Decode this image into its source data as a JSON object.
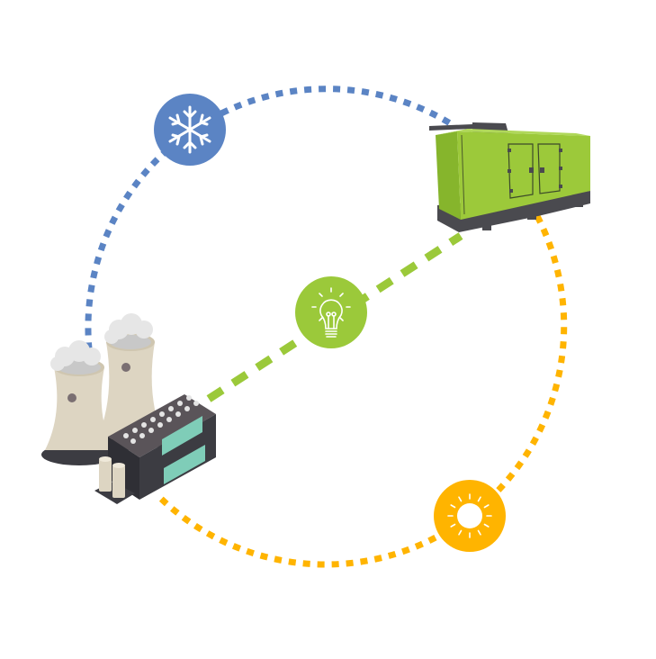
{
  "diagram": {
    "title": "",
    "colors": {
      "background": "#ffffff",
      "cooling": "#5b84c4",
      "lighting": "#9bc93a",
      "heating": "#ffb400",
      "generator_body": "#9cc93a",
      "generator_dark": "#4a4a4f",
      "plant_dark": "#3c3c42",
      "plant_glass": "#7fcdb8",
      "tower": "#ddd5c2",
      "smoke": "#e6e6e6"
    },
    "nodes": [
      {
        "id": "power-plant",
        "kind": "illustration",
        "label": ""
      },
      {
        "id": "generator",
        "kind": "illustration",
        "label": ""
      },
      {
        "id": "cooling",
        "kind": "icon-badge",
        "icon": "snowflake-icon",
        "label": ""
      },
      {
        "id": "lighting",
        "kind": "icon-badge",
        "icon": "lightbulb-icon",
        "label": ""
      },
      {
        "id": "heating",
        "kind": "icon-badge",
        "icon": "sun-icon",
        "label": ""
      }
    ],
    "edges": [
      {
        "from": "power-plant",
        "to": "generator",
        "via": "cooling",
        "style": "dotted",
        "color_key": "cooling"
      },
      {
        "from": "power-plant",
        "to": "generator",
        "via": "lighting",
        "style": "dashed",
        "color_key": "lighting"
      },
      {
        "from": "generator",
        "to": "power-plant",
        "via": "heating",
        "style": "dotted",
        "color_key": "heating"
      }
    ]
  }
}
